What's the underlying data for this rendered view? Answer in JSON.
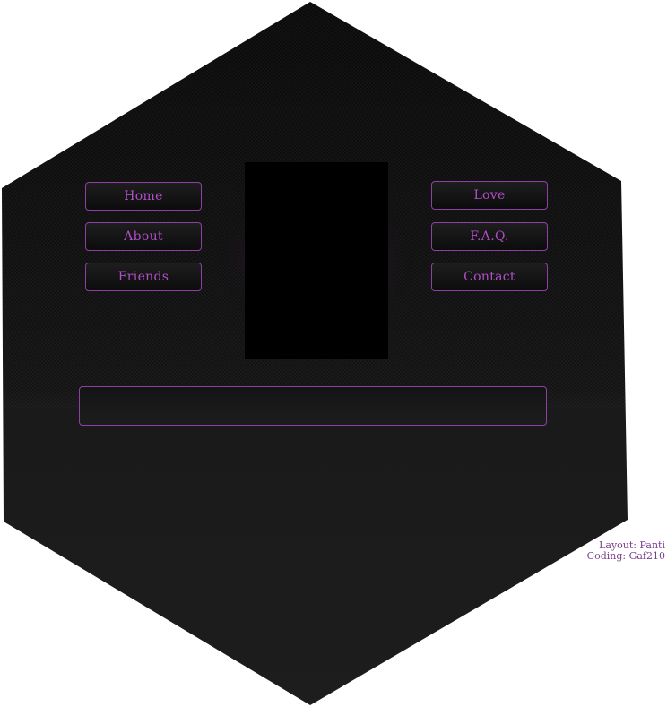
{
  "nav_left": [
    {
      "label": "Home"
    },
    {
      "label": "About"
    },
    {
      "label": "Friends"
    }
  ],
  "nav_right": [
    {
      "label": "Love"
    },
    {
      "label": "F.A.Q."
    },
    {
      "label": "Contact"
    }
  ],
  "credits": {
    "layout": "Layout: Panti",
    "coding": "Coding: Gaf210"
  },
  "colors": {
    "accent": "#8e3fa5",
    "text_accent": "#b04fc8",
    "hex_dark": "#0d0d0d",
    "hex_light": "#1c1c1c"
  }
}
